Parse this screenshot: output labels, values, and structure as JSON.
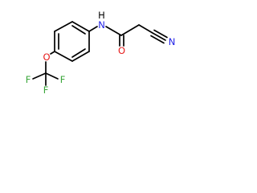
{
  "structure": {
    "atoms": {
      "amide_n": "N",
      "amide_h": "H",
      "carbonyl_o": "O",
      "nitrile_n": "N",
      "ether_o": "O",
      "f_left": "F",
      "f_bottom": "F",
      "f_right": "F"
    }
  },
  "colors": {
    "bond": "#000000",
    "nitrogen": "#1f1fe6",
    "oxygen": "#e61a1a",
    "fluorine": "#3aa63a",
    "hydrogen": "#000000",
    "background": "#ffffff"
  }
}
